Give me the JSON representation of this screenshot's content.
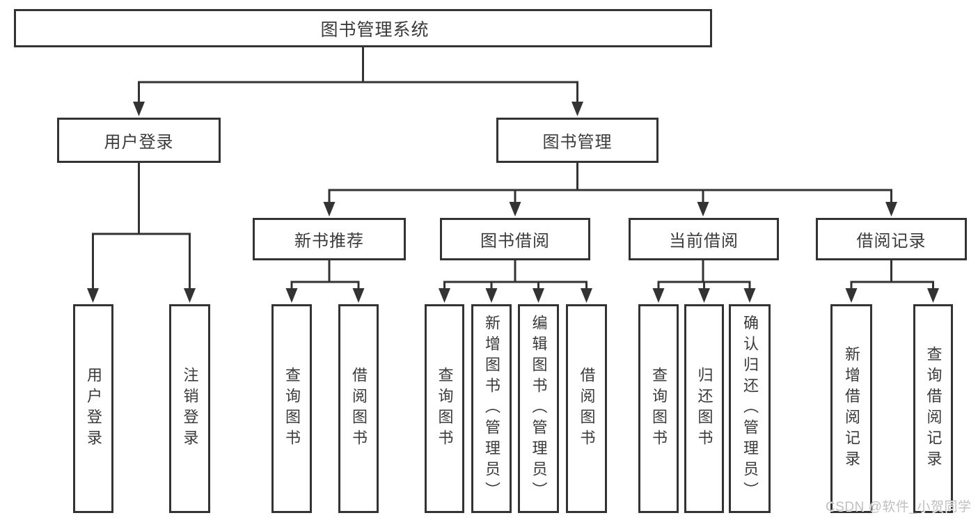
{
  "tree": {
    "root": "图书管理系统",
    "children": [
      {
        "label": "用户登录",
        "children": [
          {
            "label": "用户登录"
          },
          {
            "label": "注销登录"
          }
        ]
      },
      {
        "label": "图书管理",
        "children": [
          {
            "label": "新书推荐",
            "children": [
              {
                "label": "查询图书"
              },
              {
                "label": "借阅图书"
              }
            ]
          },
          {
            "label": "图书借阅",
            "children": [
              {
                "label": "查询图书"
              },
              {
                "label": "新增图书（管理员）"
              },
              {
                "label": "编辑图书（管理员）"
              },
              {
                "label": "借阅图书"
              }
            ]
          },
          {
            "label": "当前借阅",
            "children": [
              {
                "label": "查询图书"
              },
              {
                "label": "归还图书"
              },
              {
                "label": "确认归还（管理员）"
              }
            ]
          },
          {
            "label": "借阅记录",
            "children": [
              {
                "label": "新增借阅记录"
              },
              {
                "label": "查询借阅记录"
              }
            ]
          }
        ]
      }
    ]
  },
  "watermark": {
    "text": "CSDN @软件_小贺同学"
  },
  "colors": {
    "line": "#333333",
    "text": "#3a3a3a",
    "background": "#ffffff",
    "watermark": "#bfbfbf"
  }
}
